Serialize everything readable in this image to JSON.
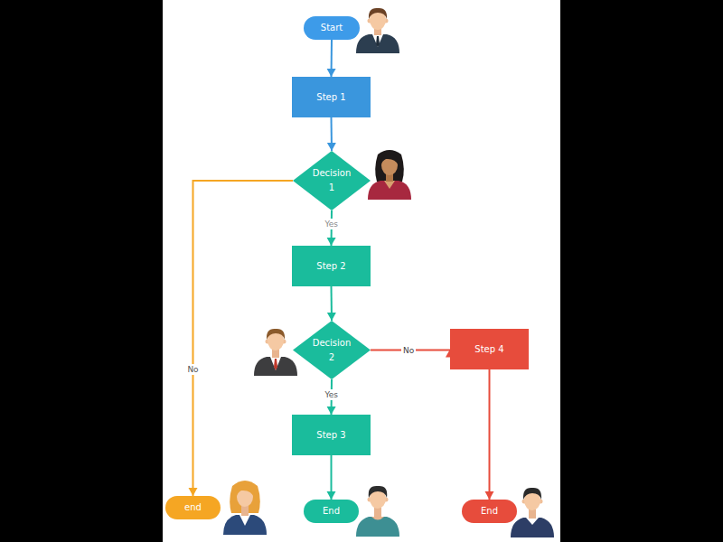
{
  "diagram": {
    "nodes": [
      {
        "text": [
          "Start"
        ]
      },
      {
        "text": [
          "Step 1"
        ]
      },
      {
        "text": [
          "Decision 1"
        ]
      },
      {
        "text": [
          "Step 2"
        ]
      },
      {
        "text": [
          "Decision 2"
        ]
      },
      {
        "text": [
          "Step 4"
        ]
      },
      {
        "text": [
          "Step 3"
        ]
      },
      {
        "text": [
          "end"
        ]
      },
      {
        "text": [
          "End"
        ]
      },
      {
        "text": [
          "End"
        ]
      }
    ],
    "edges": [
      {
        "from": 0,
        "to": 1,
        "arrow": "to"
      },
      {
        "from": 1,
        "to": 2,
        "arrow": "to"
      },
      {
        "from": 2,
        "to": 3,
        "label": "Yes",
        "arrow": "to"
      },
      {
        "from": 2,
        "to": 7,
        "label": "No",
        "arrow": "to"
      },
      {
        "from": 3,
        "to": 4,
        "arrow": "to"
      },
      {
        "from": 4,
        "to": 5,
        "label": "No",
        "arrow": "to"
      },
      {
        "from": 4,
        "to": 6,
        "label": "Yes",
        "arrow": "to"
      },
      {
        "from": 5,
        "to": 9,
        "arrow": "to"
      },
      {
        "from": 6,
        "to": 8,
        "arrow": "to"
      }
    ]
  }
}
